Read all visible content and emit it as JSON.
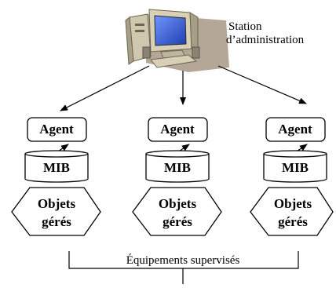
{
  "station": {
    "label_line1": "Station",
    "label_line2": "d’administration"
  },
  "nodes": [
    {
      "agent": "Agent",
      "mib": "MIB",
      "objects_line1": "Objets",
      "objects_line2": "gérés"
    },
    {
      "agent": "Agent",
      "mib": "MIB",
      "objects_line1": "Objets",
      "objects_line2": "gérés"
    },
    {
      "agent": "Agent",
      "mib": "MIB",
      "objects_line1": "Objets",
      "objects_line2": "gérés"
    }
  ],
  "brace_label": "Équipements supervisés",
  "colors": {
    "screen": "#3b63d8",
    "monitor_body": "#c9c1a8",
    "shadow": "#8a7a66",
    "stroke": "#000000"
  }
}
